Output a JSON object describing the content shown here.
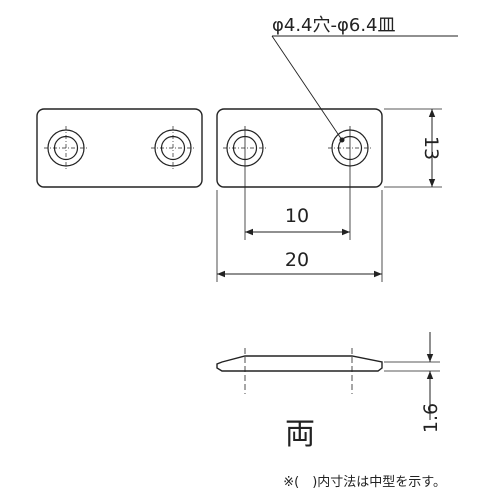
{
  "callout": {
    "hole_spec": "φ4.4穴-φ6.4皿"
  },
  "dimensions": {
    "height": "13",
    "hole_pitch": "10",
    "overall_width": "20",
    "thickness": "1.6"
  },
  "side_label": "両",
  "footnote": "※(　)内寸法は中型を示す。",
  "colors": {
    "line": "#222222",
    "background": "#ffffff"
  }
}
